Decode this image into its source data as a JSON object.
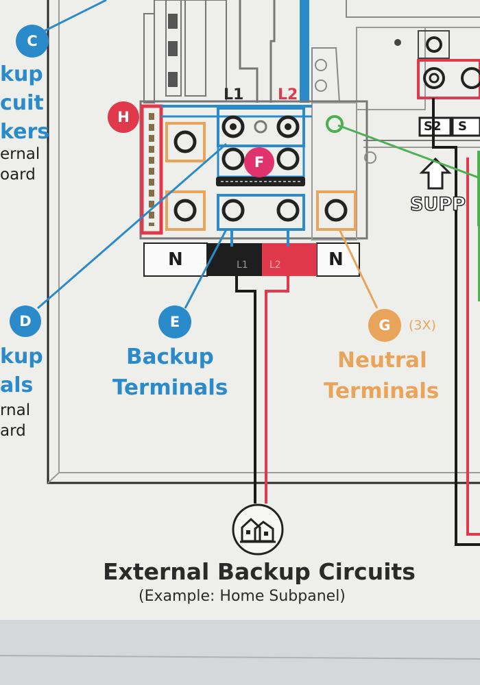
{
  "callouts": {
    "c": {
      "letter": "C",
      "color": "#2b8ac9"
    },
    "d": {
      "letter": "D",
      "color": "#2b8ac9"
    },
    "e": {
      "letter": "E",
      "color": "#2b8ac9"
    },
    "f": {
      "letter": "F",
      "color": "#e0336e"
    },
    "g": {
      "letter": "G",
      "color": "#e9a45c",
      "multiplier": "(3X)"
    },
    "h": {
      "letter": "H",
      "color": "#e0394b"
    }
  },
  "left_labels": {
    "c_lines": [
      "kup",
      "cuit",
      "kers"
    ],
    "c_sub": [
      "ernal",
      "oard"
    ],
    "d_lines": [
      "kup",
      "als"
    ],
    "d_sub": [
      "rnal",
      "ard"
    ]
  },
  "bus": {
    "l1": "L1",
    "l2": "L2",
    "neutral_left": "N",
    "neutral_right": "N",
    "bar_l1": "L1",
    "bar_l2": "L2"
  },
  "right_cut": {
    "supply": "SUPP",
    "s2": "S2",
    "s_partial": "S"
  },
  "terminals": {
    "backup_title": [
      "Backup",
      "Terminals"
    ],
    "neutral_title": [
      "Neutral",
      "Terminals"
    ]
  },
  "footer": {
    "title": "External Backup Circuits",
    "subtitle": "(Example: Home Subpanel)"
  },
  "colors": {
    "blue": "#2b8ac9",
    "red": "#e0394b",
    "orange": "#e9a45c",
    "green": "#4caf50",
    "black": "#1a1a1a",
    "sticker": "#eeefea"
  }
}
